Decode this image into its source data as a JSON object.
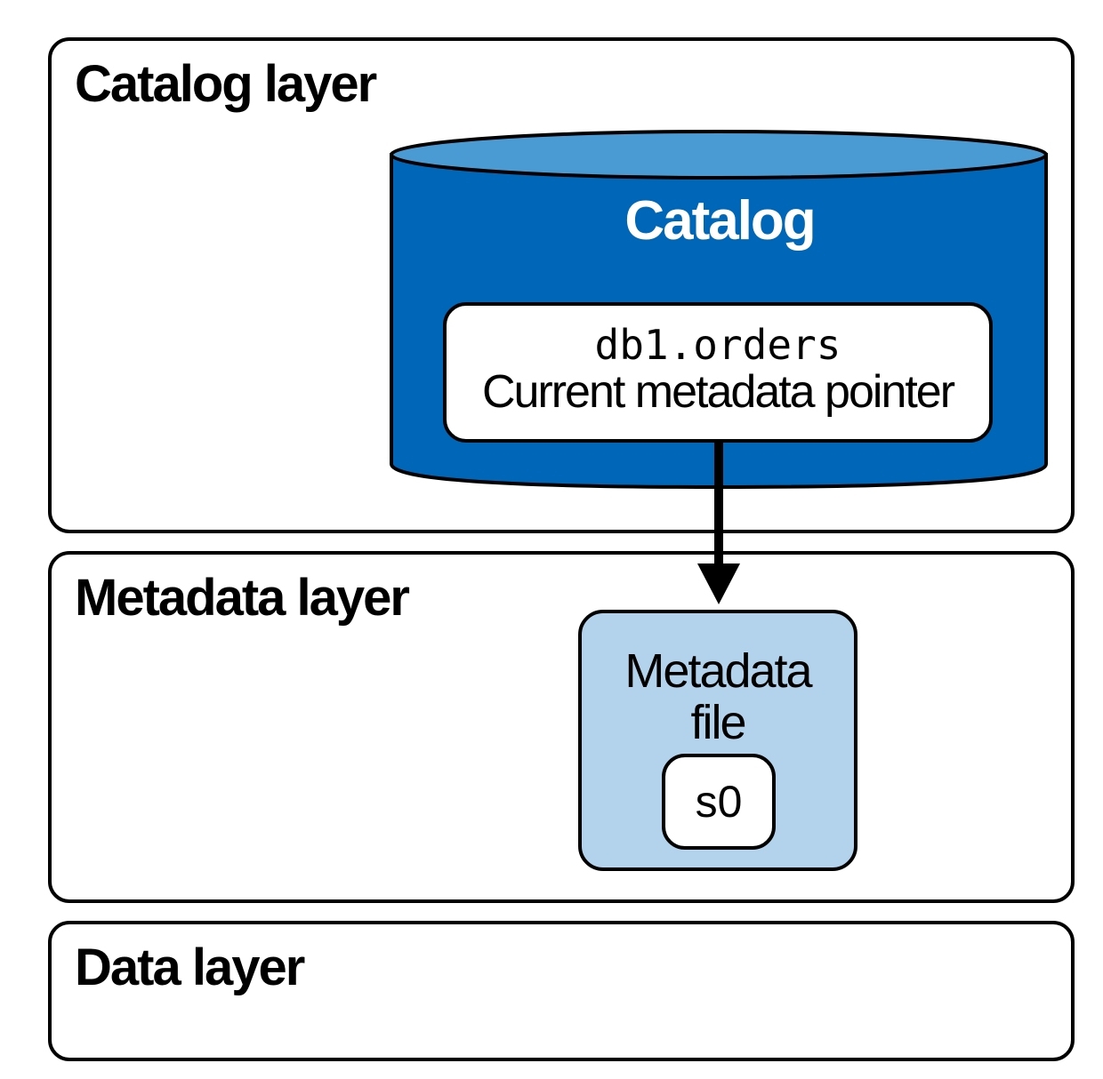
{
  "layers": {
    "catalog": {
      "title": "Catalog layer"
    },
    "metadata": {
      "title": "Metadata layer"
    },
    "data": {
      "title": "Data layer"
    }
  },
  "catalog": {
    "title": "Catalog",
    "table_name": "db1.orders",
    "pointer_label": "Current metadata pointer"
  },
  "metadata_file": {
    "label_line1": "Metadata",
    "label_line2": "file",
    "snapshot": "s0"
  },
  "colors": {
    "catalog_body": "#0067b8",
    "catalog_top": "#4a9ad4",
    "metadata_file_fill": "#b3d3ed",
    "outline": "#000000"
  }
}
